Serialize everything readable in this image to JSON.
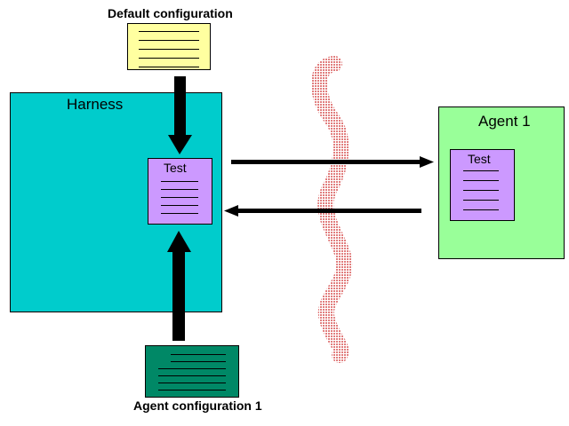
{
  "default_config": {
    "label": "Default configuration",
    "fill": "#ffffa0"
  },
  "harness": {
    "label": "Harness",
    "fill": "#00cccc",
    "test_label": "Test",
    "test_fill": "#cc99ff"
  },
  "agent": {
    "label": "Agent 1",
    "fill": "#99ff99",
    "test_label": "Test",
    "test_fill": "#cc99ff"
  },
  "agent_config": {
    "label": "Agent configuration 1",
    "fill": "#008866"
  },
  "network": {
    "color": "#cc2222"
  },
  "arrow_color": "#000000"
}
